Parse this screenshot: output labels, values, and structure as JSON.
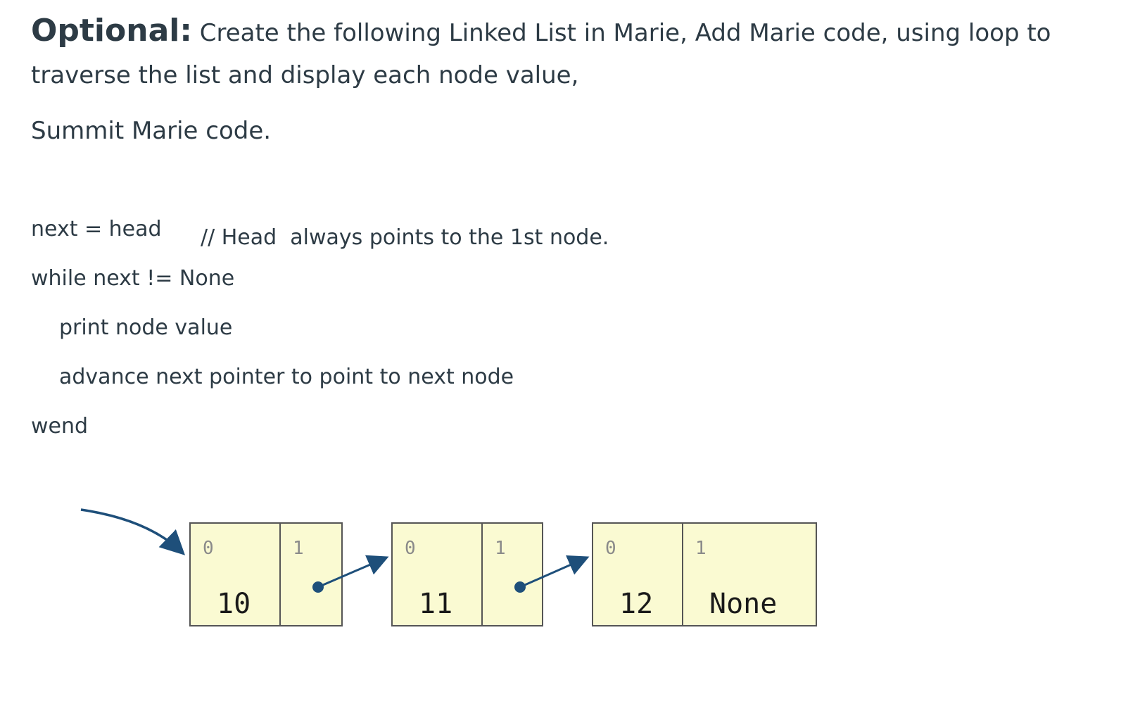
{
  "intro": {
    "lead": "Optional:",
    "text": "Create the following Linked List in Marie, Add Marie code, using loop to traverse the list and display each node value,"
  },
  "summit": "Summit Marie code.",
  "pseudocode": {
    "line1": "next = head",
    "comment": "// Head  always points to the 1st node.",
    "line2": "while next != None",
    "line3": "print node value",
    "line4": "advance next pointer to point to next node",
    "line5": "wend"
  },
  "diagram": {
    "colors": {
      "cell_fill": "#fafad2",
      "cell_border": "#555555",
      "arrow": "#1e4f7a"
    },
    "nodes": [
      {
        "index0": "0",
        "index1": "1",
        "value": "10",
        "next": "pointer"
      },
      {
        "index0": "0",
        "index1": "1",
        "value": "11",
        "next": "pointer"
      },
      {
        "index0": "0",
        "index1": "1",
        "value": "12",
        "next": "None"
      }
    ]
  }
}
